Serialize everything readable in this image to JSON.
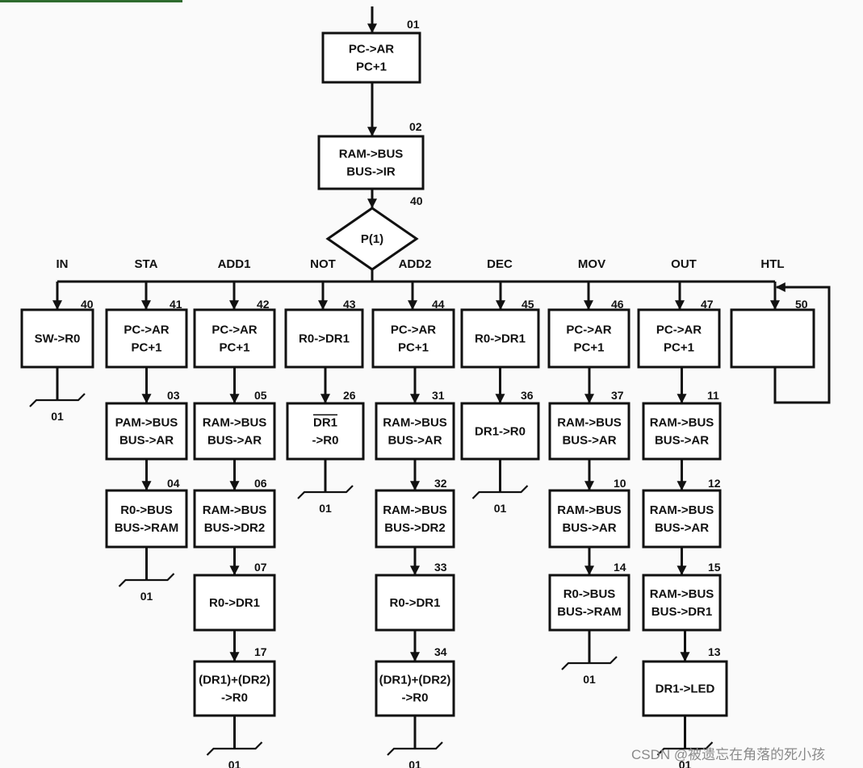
{
  "header_bar_color": "#2e6b2e",
  "watermark": "CSDN @被遗忘在角落的死小孩",
  "diagram": {
    "nodes": [
      {
        "id": "n01",
        "lines": [
          "PC->AR",
          "PC+1"
        ],
        "addr": "01"
      },
      {
        "id": "n02",
        "lines": [
          "RAM->BUS",
          "BUS->IR"
        ],
        "addr": "02"
      },
      {
        "id": "dec",
        "shape": "diamond",
        "lines": [
          "P(1)"
        ],
        "addr": "40"
      },
      {
        "id": "n40",
        "lines": [
          "SW->R0"
        ],
        "addr": "40"
      },
      {
        "id": "n41",
        "lines": [
          "PC->AR",
          "PC+1"
        ],
        "addr": "41"
      },
      {
        "id": "n42",
        "lines": [
          "PC->AR",
          "PC+1"
        ],
        "addr": "42"
      },
      {
        "id": "n43",
        "lines": [
          "R0->DR1"
        ],
        "addr": "43"
      },
      {
        "id": "n44",
        "lines": [
          "PC->AR",
          "PC+1"
        ],
        "addr": "44"
      },
      {
        "id": "n45",
        "lines": [
          "R0->DR1"
        ],
        "addr": "45"
      },
      {
        "id": "n46",
        "lines": [
          "PC->AR",
          "PC+1"
        ],
        "addr": "46"
      },
      {
        "id": "n47",
        "lines": [
          "PC->AR",
          "PC+1"
        ],
        "addr": "47"
      },
      {
        "id": "n50",
        "lines": [],
        "addr": "50"
      },
      {
        "id": "n03",
        "lines": [
          "PAM->BUS",
          "BUS->AR"
        ],
        "addr": "03"
      },
      {
        "id": "n04",
        "lines": [
          "R0->BUS",
          "BUS->RAM"
        ],
        "addr": "04"
      },
      {
        "id": "n05",
        "lines": [
          "RAM->BUS",
          "BUS->AR"
        ],
        "addr": "05"
      },
      {
        "id": "n06",
        "lines": [
          "RAM->BUS",
          "BUS->DR2"
        ],
        "addr": "06"
      },
      {
        "id": "n07",
        "lines": [
          "R0->DR1"
        ],
        "addr": "07"
      },
      {
        "id": "n17",
        "lines": [
          "(DR1)+(DR2)",
          "->R0"
        ],
        "addr": "17"
      },
      {
        "id": "n26",
        "lines": [
          "DR1",
          "->R0"
        ],
        "overline_first": true,
        "addr": "26"
      },
      {
        "id": "n31",
        "lines": [
          "RAM->BUS",
          "BUS->AR"
        ],
        "addr": "31"
      },
      {
        "id": "n32",
        "lines": [
          "RAM->BUS",
          "BUS->DR2"
        ],
        "addr": "32"
      },
      {
        "id": "n33",
        "lines": [
          "R0->DR1"
        ],
        "addr": "33"
      },
      {
        "id": "n34",
        "lines": [
          "(DR1)+(DR2)",
          "->R0"
        ],
        "addr": "34"
      },
      {
        "id": "n36",
        "lines": [
          "DR1->R0"
        ],
        "addr": "36"
      },
      {
        "id": "n37",
        "lines": [
          "RAM->BUS",
          "BUS->AR"
        ],
        "addr": "37"
      },
      {
        "id": "n10",
        "lines": [
          "RAM->BUS",
          "BUS->AR"
        ],
        "addr": "10"
      },
      {
        "id": "n14",
        "lines": [
          "R0->BUS",
          "BUS->RAM"
        ],
        "addr": "14"
      },
      {
        "id": "n11",
        "lines": [
          "RAM->BUS",
          "BUS->AR"
        ],
        "addr": "11"
      },
      {
        "id": "n12",
        "lines": [
          "RAM->BUS",
          "BUS->AR"
        ],
        "addr": "12"
      },
      {
        "id": "n15",
        "lines": [
          "RAM->BUS",
          "BUS->DR1"
        ],
        "addr": "15"
      },
      {
        "id": "n13",
        "lines": [
          "DR1->LED"
        ],
        "addr": "13"
      }
    ],
    "branch_labels": [
      "IN",
      "STA",
      "ADD1",
      "NOT",
      "ADD2",
      "DEC",
      "MOV",
      "OUT",
      "HTL"
    ],
    "terminals": [
      {
        "after": "n40",
        "label": "01"
      },
      {
        "after": "n04",
        "label": "01"
      },
      {
        "after": "n17",
        "label": "01"
      },
      {
        "after": "n26",
        "label": "01"
      },
      {
        "after": "n34",
        "label": "01"
      },
      {
        "after": "n36",
        "label": "01"
      },
      {
        "after": "n14",
        "label": "01"
      },
      {
        "after": "n13",
        "label": "01"
      }
    ]
  }
}
